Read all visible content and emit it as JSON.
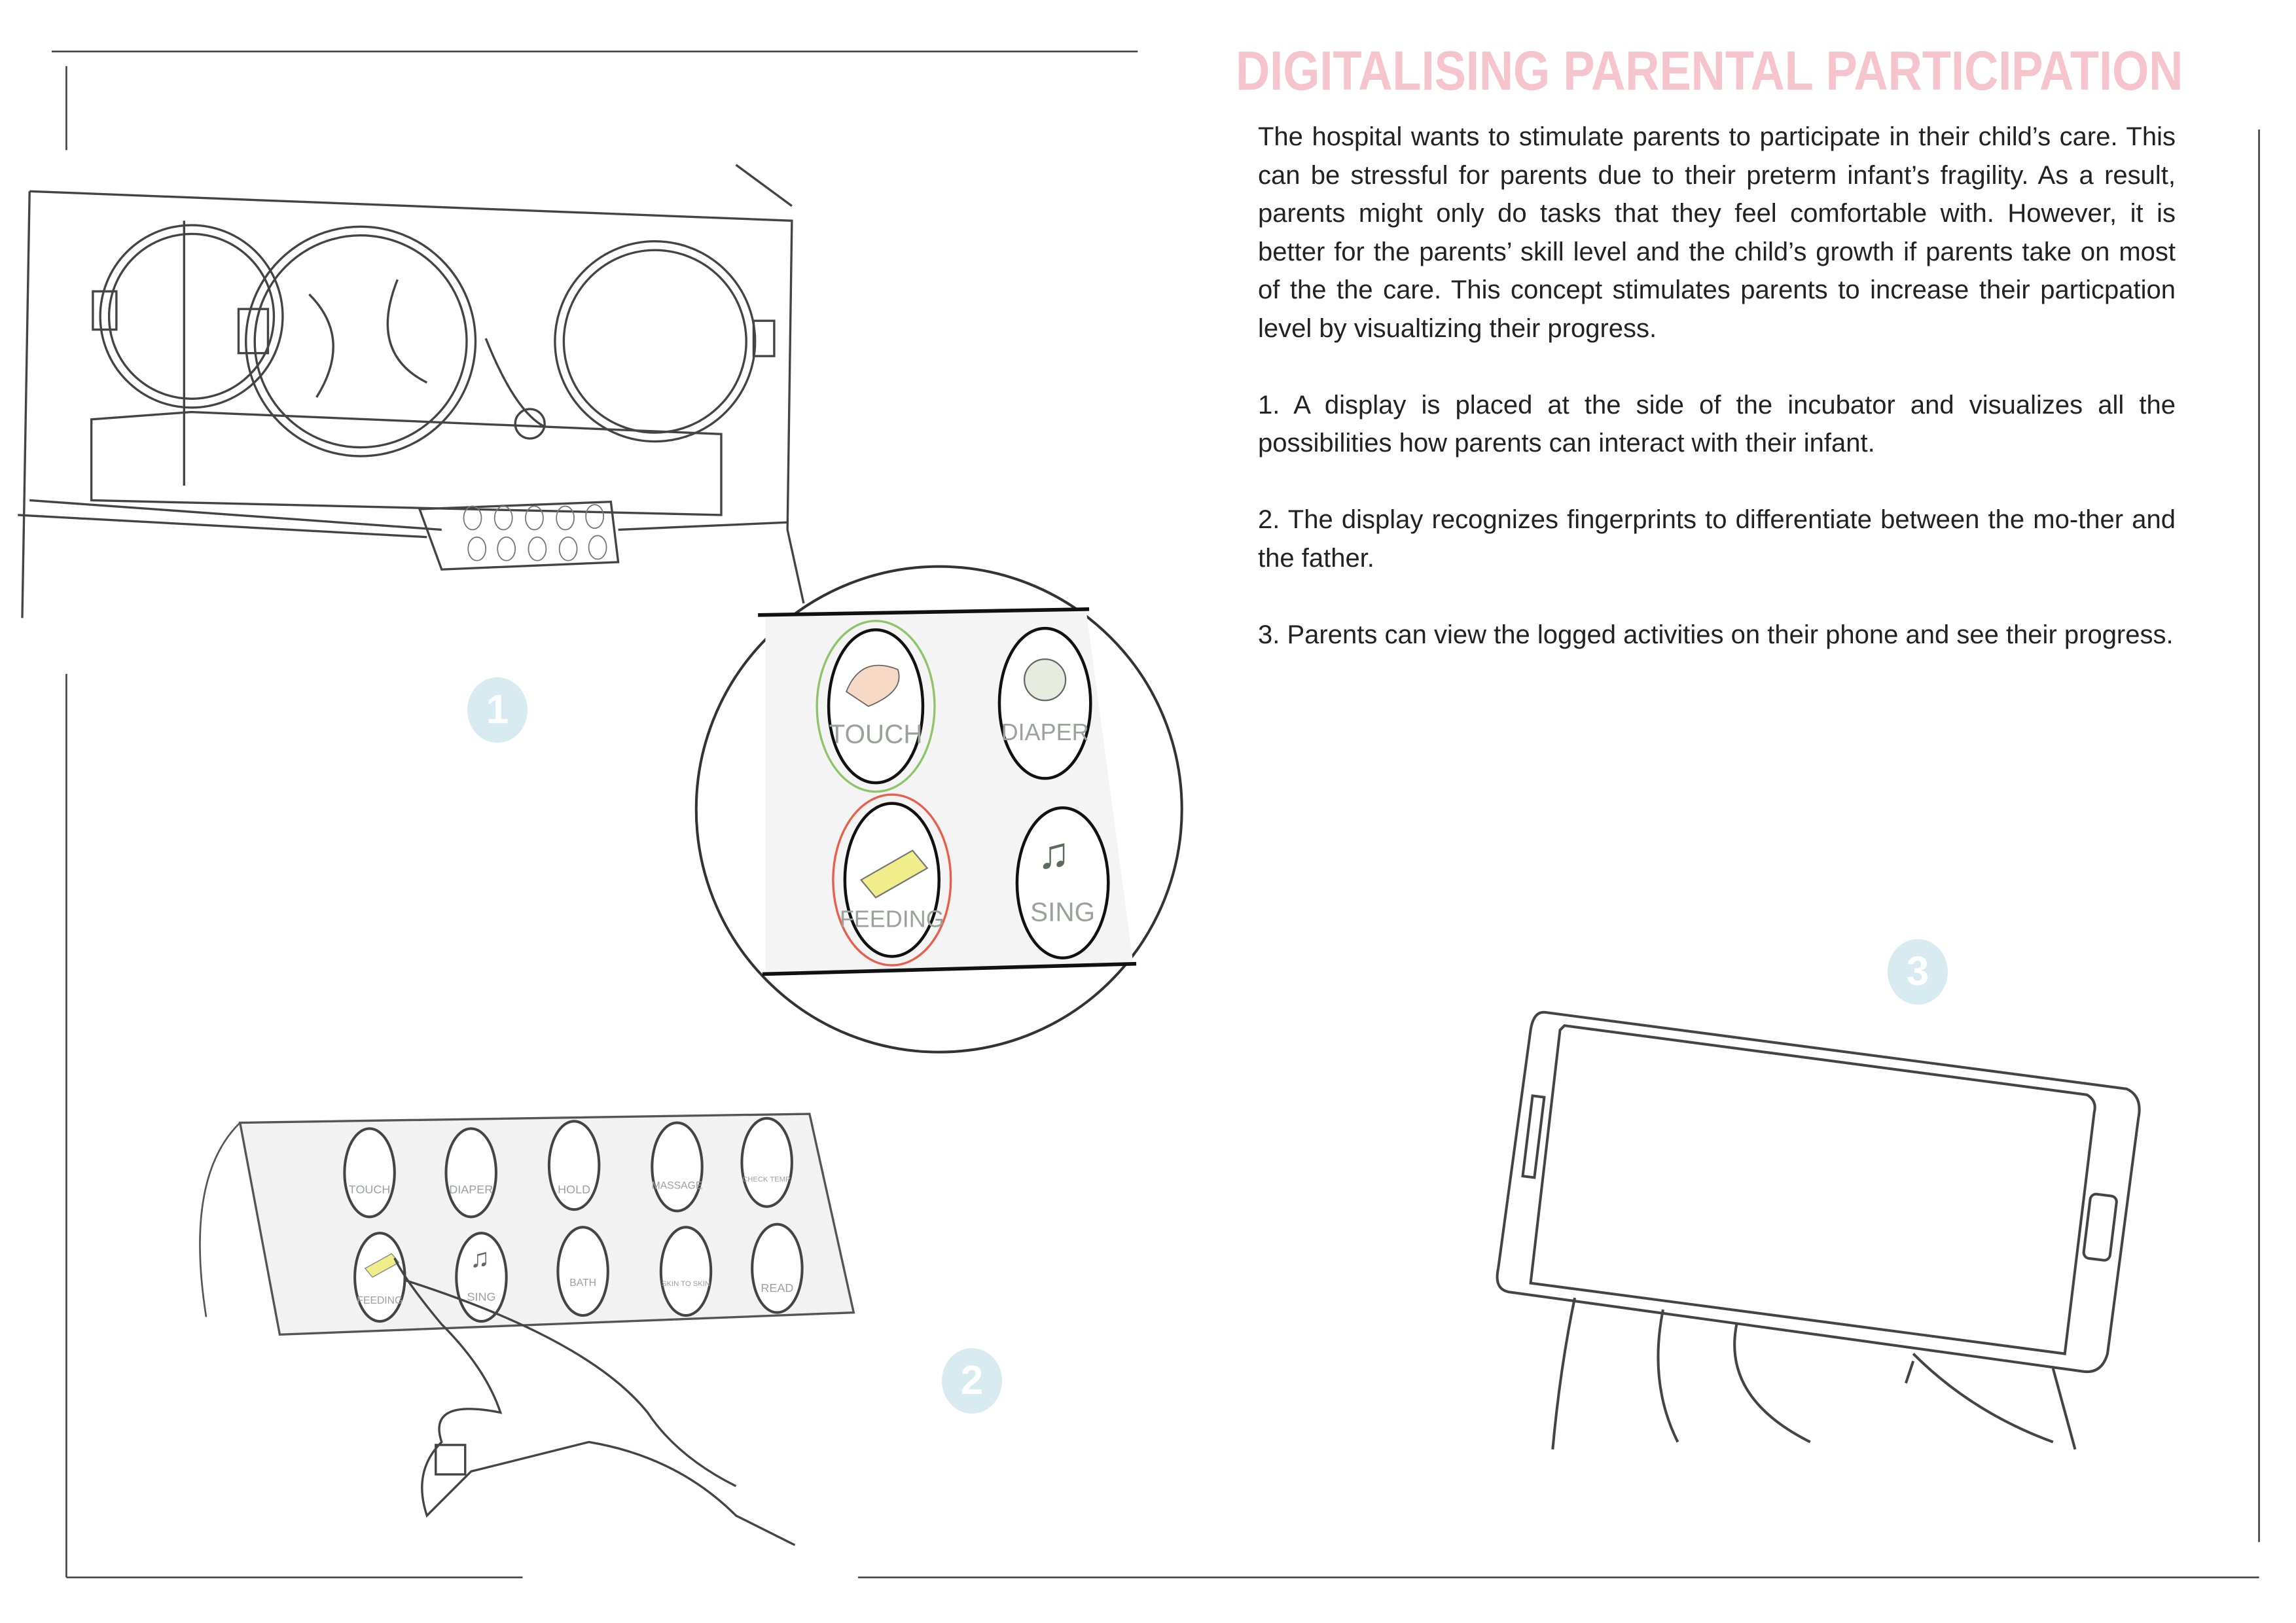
{
  "title": "DIGITALISING PARENTAL PARTICIPATION",
  "paragraphs": [
    "The hospital wants to stimulate parents to participate in their child’s care. This can be stressful for parents due to their preterm infant’s fragility. As a result, parents might only do tasks that they feel comfortable with. However, it is better for the parents’ skill level and the child’s growth if parents take on most of the the care. This concept stimulates parents to increase their particpation level by visualtizing their progress.",
    "1. A display is placed at the side of the incubator and visualizes all the possibilities how parents can interact with their infant.",
    "2. The display recognizes fingerprints to differentiate between the mo-ther and the father.",
    "3.  Parents can view the logged activities on their phone and see their progress."
  ],
  "step_markers": [
    "1",
    "2",
    "3"
  ],
  "zoom_buttons": [
    "TOUCH",
    "DIAPER",
    "FEEDING",
    "SING"
  ],
  "panel_buttons": [
    "TOUCH",
    "DIAPER",
    "HOLD",
    "MASSAGE",
    "CHECK TEMP.",
    "FEEDING",
    "SING",
    "BATH",
    "SKIN TO SKIN",
    "READ"
  ],
  "colors": {
    "title": "#f6c4cc",
    "marker": "#d7ebf1",
    "father_ring": "#8cc56b",
    "mother_ring": "#e8604c"
  }
}
